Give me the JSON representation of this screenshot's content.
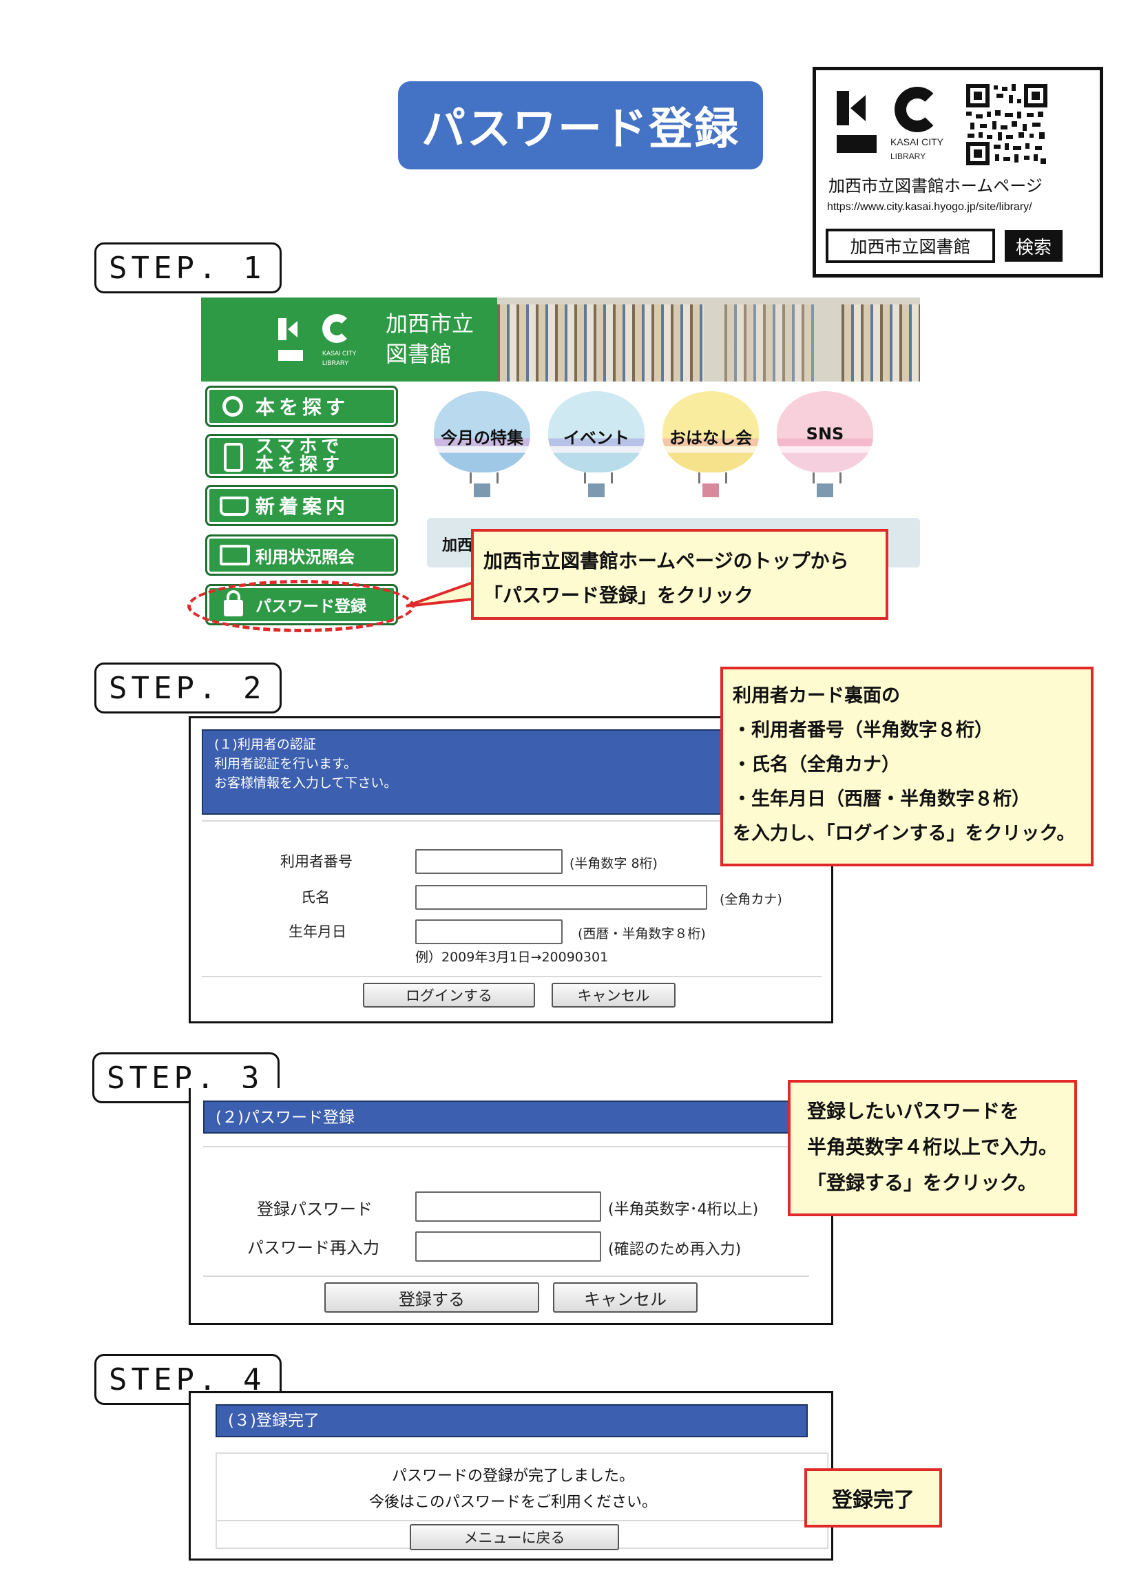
{
  "title": "パスワード登録",
  "kc_box": {
    "logo_text_1": "KASAI CITY",
    "logo_text_2": "LIBRARY",
    "homepage": "加西市立図書館ホームページ",
    "url": "https://www.city.kasai.hyogo.jp/site/library/",
    "search_value": "加西市立図書館",
    "search_button": "検索"
  },
  "steps": [
    "STEP. 1",
    "STEP. 2",
    "STEP. 3",
    "STEP. 4"
  ],
  "step1": {
    "site_name_line1": "加西市立",
    "site_name_line2": "図書館",
    "logo_text_1": "KASAI CITY",
    "logo_text_2": "LIBRARY",
    "menu": [
      "本を探す",
      "スマホで",
      "本を探す",
      "新着案内",
      "利用状況照会",
      "パスワード登録"
    ],
    "balloons": [
      {
        "label": "今月の特集",
        "color": "#9ec8e6",
        "stripe": "#c9b9e0"
      },
      {
        "label": "イベント",
        "color": "#b8dcea",
        "stripe": "#b7c2e6"
      },
      {
        "label": "おはなし会",
        "color": "#f6e28a",
        "stripe": "#f2c7a6"
      },
      {
        "label": "SNS",
        "color": "#f4b9cc",
        "stripe": "#f6cfdf"
      }
    ],
    "info_bar_text": "加西",
    "callout_line1": "加西市立図書館ホームページのトップから",
    "callout_line2": "「パスワード登録」をクリック"
  },
  "step2": {
    "head_line1": "(１)利用者の認証",
    "head_line2": "利用者認証を行います。",
    "head_line3": "お客様情報を入力して下さい。",
    "label_id": "利用者番号",
    "hint_id": "(半角数字 8桁)",
    "label_name": "氏名",
    "hint_name": "(全角カナ)",
    "label_birth": "生年月日",
    "hint_birth": "(西暦・半角数字８桁)",
    "example": "例）2009年3月1日→20090301",
    "login_button": "ログインする",
    "cancel_button": "キャンセル",
    "callout_lines": [
      "利用者カード裏面の",
      "・利用者番号（半角数字８桁）",
      "・氏名（全角カナ）",
      "・生年月日（西暦・半角数字８桁）",
      "を入力し、「ログインする」をクリック。"
    ]
  },
  "step3": {
    "head": "(２)パスワード登録",
    "label_pw": "登録パスワード",
    "hint_pw": "(半角英数字･4桁以上)",
    "label_pw2": "パスワード再入力",
    "hint_pw2": "(確認のため再入力)",
    "register_button": "登録する",
    "cancel_button": "キャンセル",
    "callout_lines": [
      "登録したいパスワードを",
      "半角英数字４桁以上で入力。",
      "「登録する」をクリック。"
    ]
  },
  "step4": {
    "head": "(３)登録完了",
    "message_line1": "パスワードの登録が完了しました。",
    "message_line2": "今後はこのパスワードをご利用ください。",
    "menu_button": "メニューに戻る",
    "callout": "登録完了"
  },
  "colors": {
    "title_bg": "#4472c4",
    "green": "#2e9a45",
    "panel_head": "#3c5fb0",
    "callout_bg": "#fffbd0",
    "callout_border": "#e02a2a"
  }
}
